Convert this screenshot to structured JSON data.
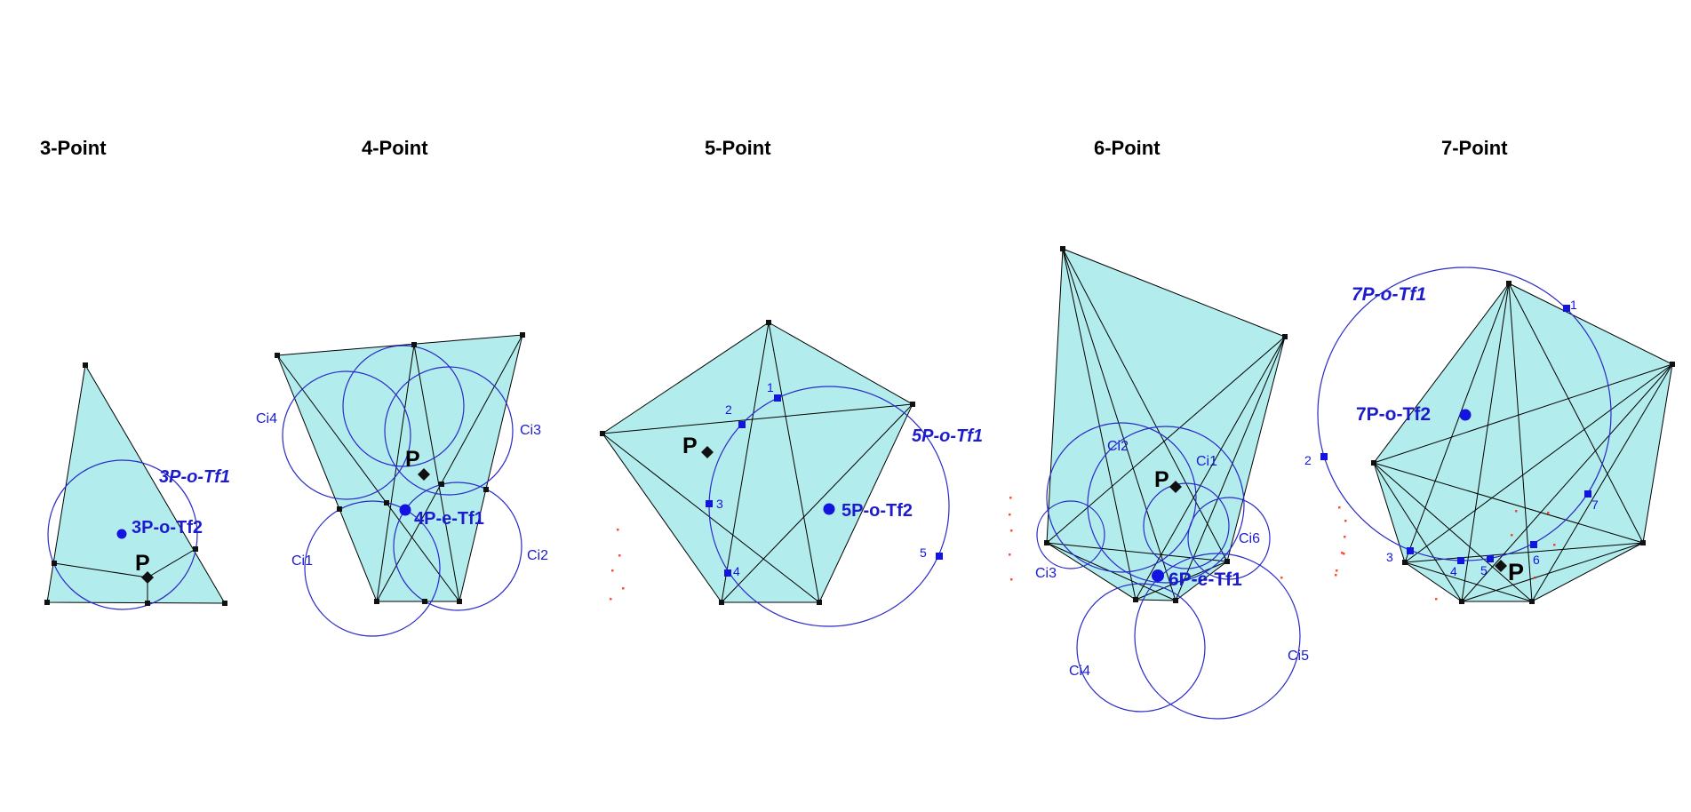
{
  "colors": {
    "background": "#ffffff",
    "polygon_fill": "#b3ecec",
    "polygon_edge": "#000000",
    "circle_stroke": "#2a2ac8",
    "marker_blue": "#1414e0",
    "label_blue": "#1c1ccd",
    "point_black": "#111111",
    "speck_red": "#ff2200"
  },
  "titles": {
    "t3": "3-Point",
    "t4": "4-Point",
    "t5": "5-Point",
    "t6": "6-Point",
    "t7": "7-Point"
  },
  "fig3": {
    "tf1": "3P-o-Tf1",
    "tf2": "3P-o-Tf2",
    "p": "P"
  },
  "fig4": {
    "tf1": "4P-e-Tf1",
    "p": "P",
    "ci1": "Ci1",
    "ci2": "Ci2",
    "ci3": "Ci3",
    "ci4": "Ci4"
  },
  "fig5": {
    "tf1": "5P-o-Tf1",
    "tf2": "5P-o-Tf2",
    "p": "P",
    "n1": "1",
    "n2": "2",
    "n3": "3",
    "n4": "4",
    "n5": "5"
  },
  "fig6": {
    "tf1": "6P-e-Tf1",
    "p": "P",
    "ci1": "Ci1",
    "ci2": "Ci2",
    "ci3": "Ci3",
    "ci4": "Ci4",
    "ci5": "Ci5",
    "ci6": "Ci6"
  },
  "fig7": {
    "tf1": "7P-o-Tf1",
    "tf2": "7P-o-Tf2",
    "p": "P",
    "n1": "1",
    "n2": "2",
    "n3": "3",
    "n4": "4",
    "n5": "5",
    "n6": "6",
    "n7": "7"
  }
}
